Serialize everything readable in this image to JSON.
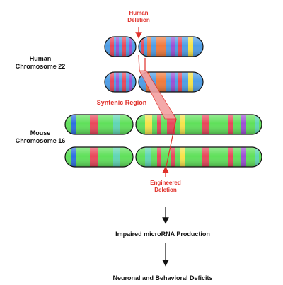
{
  "labels": {
    "human_deletion": [
      "Human",
      "Deletion"
    ],
    "human_chromosome": [
      "Human",
      "Chromosome 22"
    ],
    "syntenic_region": "Syntenic Region",
    "mouse_chromosome": [
      "Mouse",
      "Chromosome 16"
    ],
    "engineered_deletion": [
      "Engineered",
      "Deletion"
    ],
    "step1": "Impaired microRNA Production",
    "step2": "Neuronal and Behavioral Deficits"
  },
  "colors": {
    "human_base": "#4d9de6",
    "mouse_base": "#5fe05a",
    "deletion_red": "#e0302a",
    "band_red": "#e8475a",
    "band_purple": "#9b4fd4",
    "band_orange": "#f07a3c",
    "band_yellow": "#f5e34a",
    "band_teal": "#5fd6b4",
    "band_blue": "#2d6fe0",
    "syntenic_fill": "#f3a0a0"
  }
}
